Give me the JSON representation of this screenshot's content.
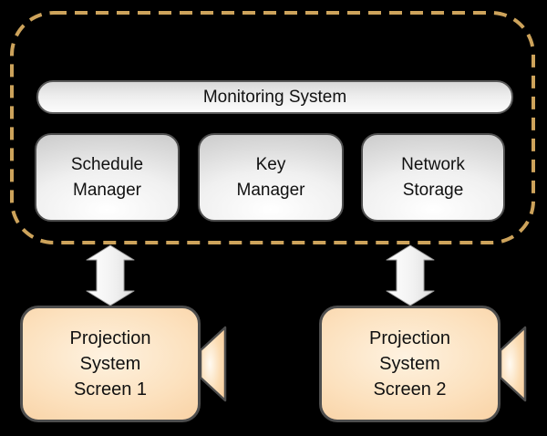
{
  "diagram": {
    "background_color": "#000000",
    "monitoring_group": {
      "border_color": "#cda35b",
      "border_style": "dashed-rounded",
      "title_bar": {
        "label": "Monitoring System",
        "fill_top": "#d8d8d8",
        "fill_bottom": "#fcfcfc",
        "border_color": "#595959"
      },
      "components": [
        {
          "name": "schedule-manager",
          "lines": [
            "Schedule",
            "Manager"
          ]
        },
        {
          "name": "key-manager",
          "lines": [
            "Key",
            "Manager"
          ]
        },
        {
          "name": "network-storage",
          "lines": [
            "Network",
            "Storage"
          ]
        }
      ],
      "component_fill": "#f0f0f0",
      "component_border_color": "#4e4e4e"
    },
    "connectors": [
      {
        "icon": "double-arrow-vertical-icon",
        "links": "monitoring-group to projection-system-1"
      },
      {
        "icon": "double-arrow-vertical-icon",
        "links": "monitoring-group to projection-system-2"
      }
    ],
    "projection_systems": [
      {
        "name": "projection-system-screen-1",
        "lines": [
          "Projection",
          "System",
          "Screen 1"
        ],
        "icon": "projector-lens-icon"
      },
      {
        "name": "projection-system-screen-2",
        "lines": [
          "Projection",
          "System",
          "Screen 2"
        ],
        "icon": "projector-lens-icon"
      }
    ],
    "projection_colors": {
      "fill_center": "#fef2e0",
      "fill_edge": "#f8cd9c",
      "border_color": "#4d4d4d"
    },
    "arrow_colors": {
      "fill_light": "#ffffff",
      "fill_dark": "#dddddd",
      "stroke": "#9e9e9e"
    }
  }
}
